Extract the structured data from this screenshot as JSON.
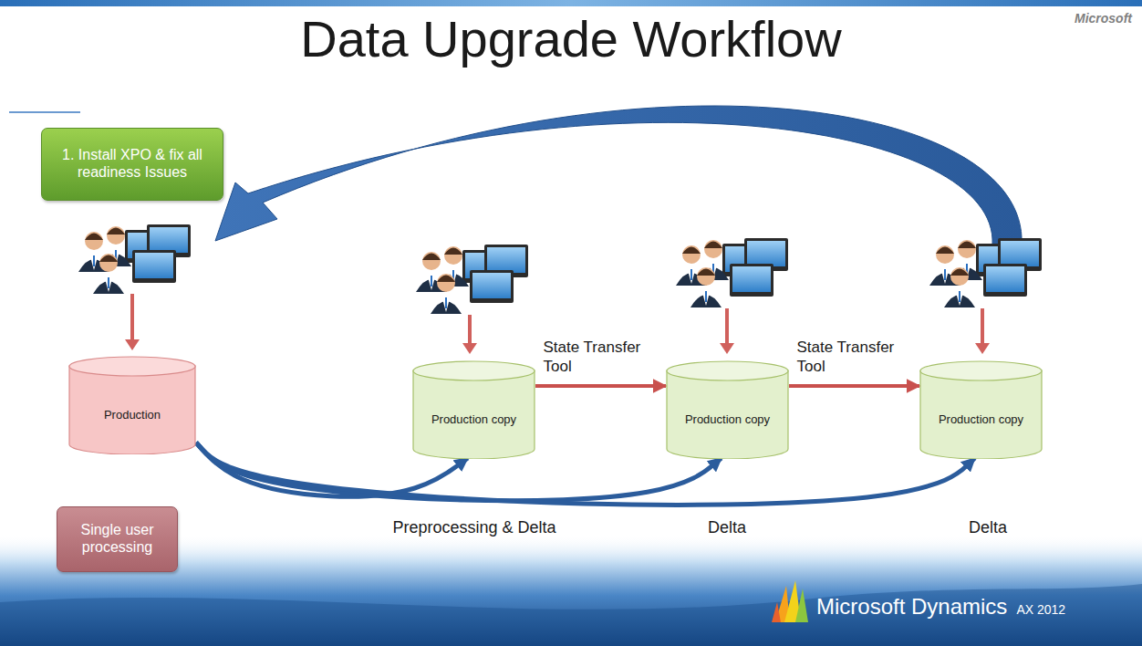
{
  "diagram": {
    "title": "Data Upgrade Workflow",
    "nodes": [
      {
        "text": [
          "1. Install XPO & fix all readiness Issues"
        ]
      },
      {
        "text": [
          "Production"
        ]
      },
      {
        "text": [
          "Production copy"
        ]
      },
      {
        "text": [
          "Production copy"
        ]
      },
      {
        "text": [
          "Production copy"
        ]
      },
      {
        "text": [
          "Single user processing"
        ]
      }
    ],
    "edges": [
      {
        "from": 1,
        "to": 2,
        "arrow": "to"
      },
      {
        "from": 1,
        "to": 3,
        "arrow": "to"
      },
      {
        "from": 1,
        "to": 4,
        "arrow": "to"
      },
      {
        "from": 2,
        "to": 3,
        "label": "State Transfer Tool",
        "arrow": "to"
      },
      {
        "from": 3,
        "to": 4,
        "label": "State Transfer Tool",
        "arrow": "to"
      }
    ],
    "labels": [
      "Microsoft",
      "Preprocessing & Delta",
      "Delta",
      "Delta",
      "Microsoft Dynamics",
      "AX 2012"
    ]
  }
}
